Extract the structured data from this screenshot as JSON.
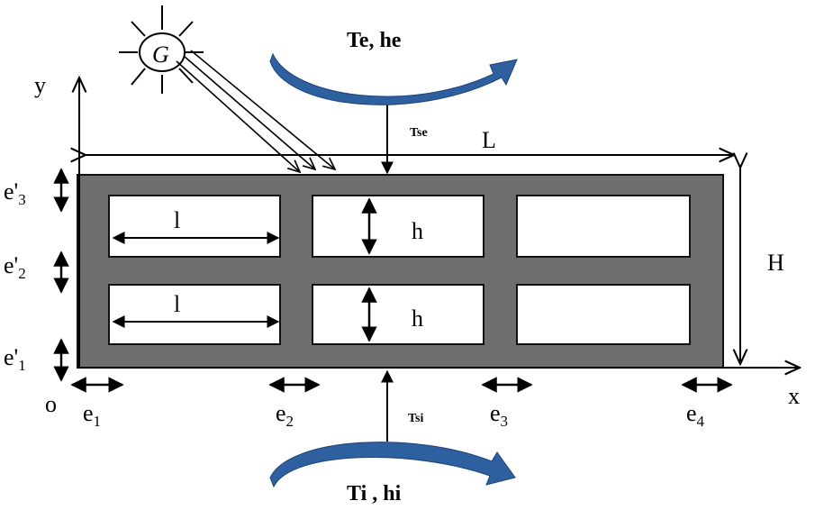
{
  "sun": {
    "symbol": "G"
  },
  "exterior": {
    "label": "Te, he",
    "surface_temp": "Tse"
  },
  "interior": {
    "label": "Ti , hi",
    "surface_temp": "Tsi"
  },
  "dimensions": {
    "length": "L",
    "height": "H",
    "cavity_length": "l",
    "cavity_height": "h"
  },
  "axes": {
    "origin": "o",
    "x": "x",
    "y": "y"
  },
  "web_thickness": {
    "base": "e",
    "subs": [
      "1",
      "2",
      "3",
      "4"
    ]
  },
  "shell_thickness": {
    "base": "e'",
    "subs": [
      "3",
      "2",
      "1"
    ]
  },
  "colors": {
    "wall": "#6e6e6e",
    "flow_arrow": "#2e5f9e",
    "line": "#000000"
  }
}
